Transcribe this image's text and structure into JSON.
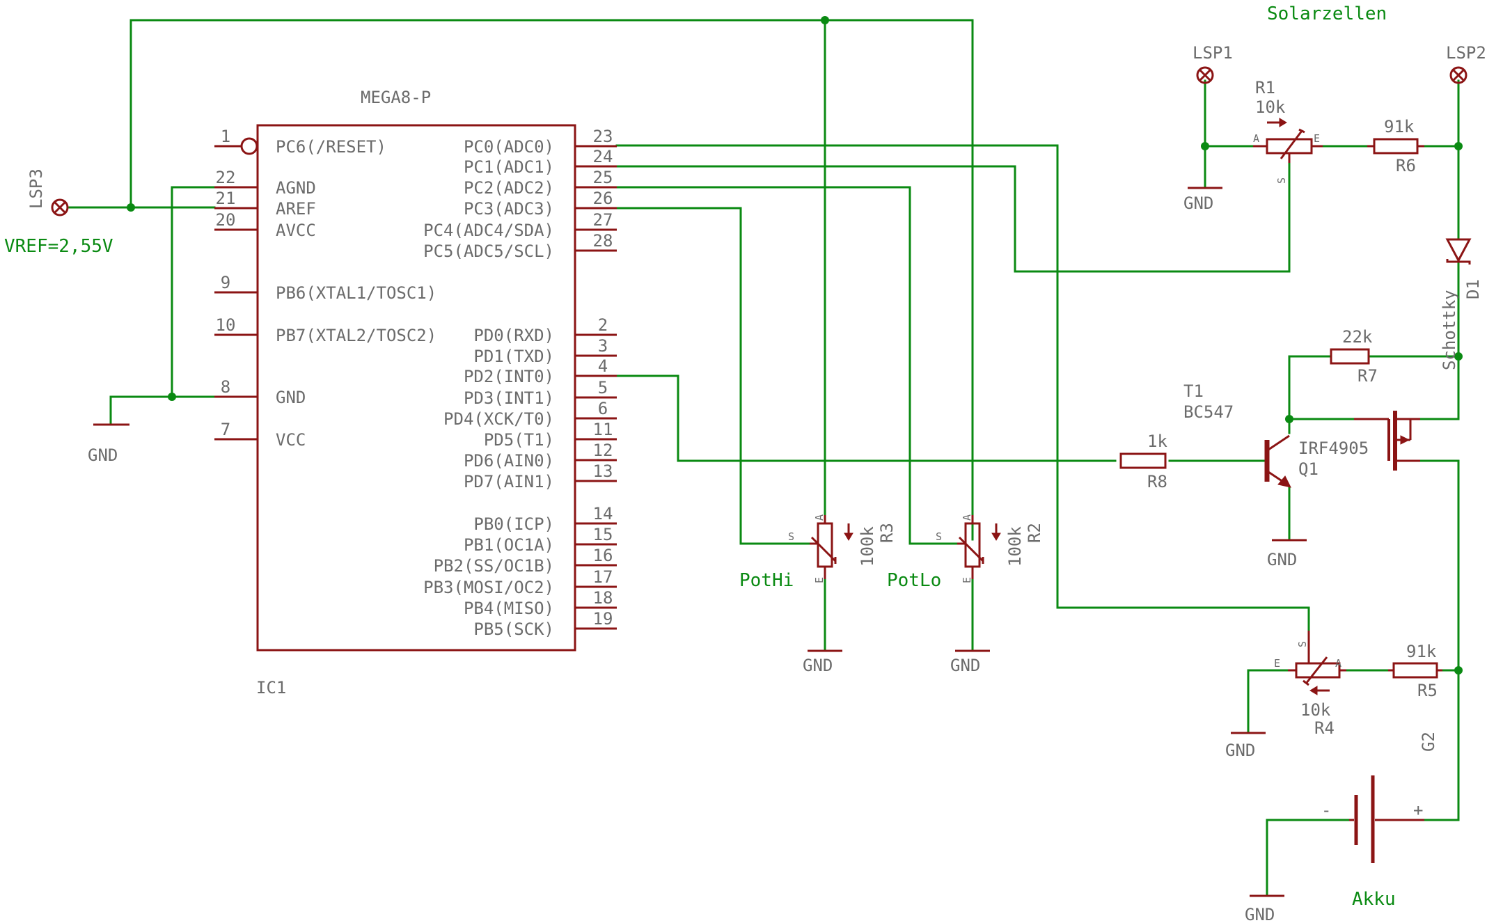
{
  "ic": {
    "name": "IC1",
    "value": "MEGA8-P",
    "pins_left": [
      {
        "num": "1",
        "name": "PC6(/RESET)"
      },
      {
        "num": "22",
        "name": "AGND"
      },
      {
        "num": "21",
        "name": "AREF"
      },
      {
        "num": "20",
        "name": "AVCC"
      },
      {
        "num": "9",
        "name": "PB6(XTAL1/TOSC1)"
      },
      {
        "num": "10",
        "name": "PB7(XTAL2/TOSC2)"
      },
      {
        "num": "8",
        "name": "GND"
      },
      {
        "num": "7",
        "name": "VCC"
      }
    ],
    "pins_right": [
      {
        "num": "23",
        "name": "PC0(ADC0)"
      },
      {
        "num": "24",
        "name": "PC1(ADC1)"
      },
      {
        "num": "25",
        "name": "PC2(ADC2)"
      },
      {
        "num": "26",
        "name": "PC3(ADC3)"
      },
      {
        "num": "27",
        "name": "PC4(ADC4/SDA)"
      },
      {
        "num": "28",
        "name": "PC5(ADC5/SCL)"
      },
      {
        "num": "2",
        "name": "PD0(RXD)"
      },
      {
        "num": "3",
        "name": "PD1(TXD)"
      },
      {
        "num": "4",
        "name": "PD2(INT0)"
      },
      {
        "num": "5",
        "name": "PD3(INT1)"
      },
      {
        "num": "6",
        "name": "PD4(XCK/T0)"
      },
      {
        "num": "11",
        "name": "PD5(T1)"
      },
      {
        "num": "12",
        "name": "PD6(AIN0)"
      },
      {
        "num": "13",
        "name": "PD7(AIN1)"
      },
      {
        "num": "14",
        "name": "PB0(ICP)"
      },
      {
        "num": "15",
        "name": "PB1(OC1A)"
      },
      {
        "num": "16",
        "name": "PB2(SS/OC1B)"
      },
      {
        "num": "17",
        "name": "PB3(MOSI/OC2)"
      },
      {
        "num": "18",
        "name": "PB4(MISO)"
      },
      {
        "num": "19",
        "name": "PB5(SCK)"
      }
    ]
  },
  "labels": {
    "lsp3": "LSP3",
    "vref": "VREF=2,55V",
    "lsp1": "LSP1",
    "lsp2": "LSP2",
    "solar": "Solarzellen",
    "gnd": "GND",
    "r1_name": "R1",
    "r1_value": "10k",
    "r6_name": "R6",
    "r6_value": "91k",
    "d1_name": "D1",
    "d1_value": "Schottky",
    "r7_name": "R7",
    "r7_value": "22k",
    "t1_name": "T1",
    "t1_value": "BC547",
    "q1_name": "Q1",
    "q1_value": "IRF4905",
    "r8_name": "R8",
    "r8_value": "1k",
    "r3_name": "R3",
    "r3_value": "100k",
    "r2_name": "R2",
    "r2_value": "100k",
    "pothi": "PotHi",
    "potlo": "PotLo",
    "r4_name": "R4",
    "r4_value": "10k",
    "r5_name": "R5",
    "r5_value": "91k",
    "g2_name": "G2",
    "akku": "Akku",
    "pin_a": "A",
    "pin_e": "E",
    "pin_s": "S",
    "minus": "-",
    "plus": "+"
  },
  "colors": {
    "wire": "#0a8a12",
    "part": "#8b1414",
    "text": "#6b6b6b"
  }
}
